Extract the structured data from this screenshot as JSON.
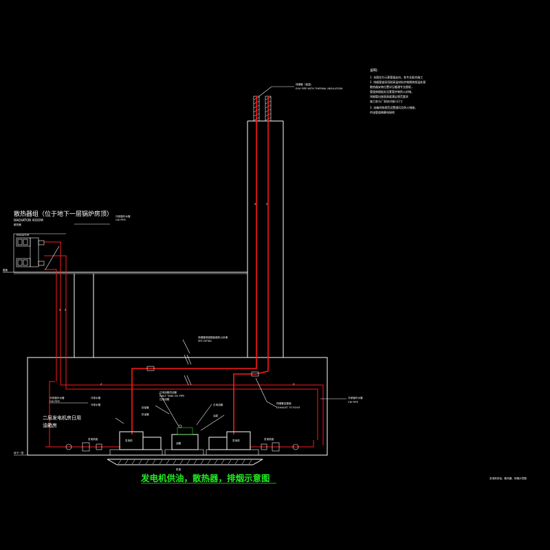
{
  "title": "发电机供油，散热器，排烟示意图",
  "title_small": "发电机供油，散热器，排烟示意图",
  "colors": {
    "background": "#000000",
    "pipe": "#ff1a1a",
    "line": "#ffffff",
    "title": "#22ee22"
  },
  "notes": {
    "header": "说明：",
    "lines": [
      "1. 本图仅为示意管道走向，各专业配合施工",
      "2. 排烟管道采用耐高温材料并做隔热保温处理",
      "   散热器安装位置详见暖通专业图纸，",
      "   管道穿楼板处设套管并做防火封堵，",
      "   排烟管出屋面高度满足规范要求",
      "   施工前与厂家核对接口尺寸",
      "3. 油箱间按规范设置通风及防火措施，",
      "   供油管道做静电接地"
    ]
  },
  "labels": {
    "chimney_top": "排烟管（保温）",
    "chimney_top_en": "EXH PIPE WITH THERMAL INSULATION",
    "radiator_room": "散热器组（位于地下一层锅炉房顶）",
    "radiator_room_en": "RADIATOR ROOM",
    "radiator_sub": "散热器",
    "radiator_en_small": "RADIATOR",
    "left_pipe_note": "冷却循环水管",
    "left_pipe_note_en": "CW PIPE",
    "left_pipe_note2": "冷却循环水管",
    "left_pipe_note2_en": "CW PIPE",
    "level_left": "屋面",
    "exhaust_note": "排烟管穿越楼板做防火封堵",
    "exhaust_note_en": "SEE DETAIL",
    "oil_note": "日用油箱供油管",
    "oil_note_en": "DAILY TANK OIL PIPE",
    "oil_note2": "日用油箱",
    "fuel_label": "回油管",
    "fuel_label2": "供油管",
    "right_exhaust_note": "排烟管至屋面",
    "right_exhaust_note_en": "EXHAUST TO ROOF",
    "right_pipe_note": "冷却循环水管",
    "right_pipe_note_en": "CW PIPE",
    "left_room_1": "二层发电机房日用",
    "left_room_2": "油箱房",
    "mid_left_note": "冷却水管",
    "mid_left_note2": "冷却水管",
    "tank_label": "日用油箱",
    "tank_label2": "油泵",
    "gen_left": "发电机",
    "gen_right": "发电机",
    "gen_left_note": "发电机组",
    "gen_right_note": "发电机组",
    "center_bottom": "油箱",
    "center_bottom2": "机座",
    "level_bottom": "地下一层",
    "s1": "S",
    "s2": "S",
    "s3": "S",
    "s4": "S",
    "z1": "Z",
    "z2": "Z"
  }
}
